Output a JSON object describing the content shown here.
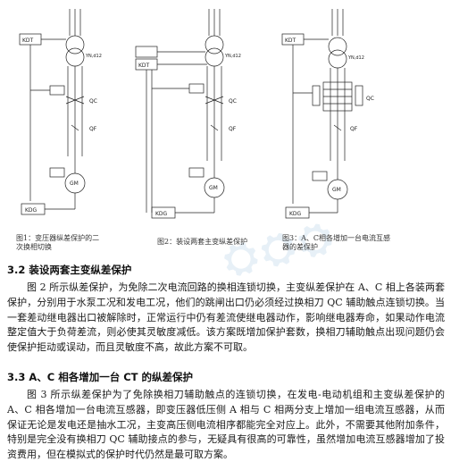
{
  "figures": [
    {
      "kdt": "KDT",
      "ratio": "YN,d12",
      "qc": "QC",
      "qf": "QF",
      "gm": "GM",
      "kdg": "KDG",
      "caption": "图1：变压器纵差保护的二\n次换相切换"
    },
    {
      "kdt": "KDT",
      "ratio": "YN,d12",
      "qc": "QC",
      "qf": "QF",
      "gm": "GM",
      "kdg": "KDG",
      "caption": "图2：装设两套主变纵差保护"
    },
    {
      "kdt": "KDT",
      "ratio": "YN,d12",
      "qc": "QC",
      "qf": "QF",
      "gm": "GM",
      "kdg": "KDG",
      "caption": "图3：A、C相各增加一台电流互感\n器的差保护"
    }
  ],
  "section_3_2": {
    "title": "3.2  装设两套主变纵差保护",
    "body": "图 2 所示纵差保护，为免除二次电流回路的换相连锁切换，主变纵差保护在 A、C 相上各装两套保护，分别用于水泵工况和发电工况，他们的跳闸出口仍必须经过换相刀 QC 辅助触点连锁切换。当一套差动继电器出口被解除时，正常运行中仍有差流使继电器动作，影响继电器寿命，如果动作电流整定值大于负荷差流，则必使其灵敏度减低。该方案既增加保护套数，换相刀辅助触点出现问题仍会使保护拒动或误动，而且灵敏度不高，故此方案不可取。"
  },
  "section_3_3": {
    "title": "3.3  A、C 相各增加一台 CT 的纵差保护",
    "body": "图 3 所示纵差保护为了免除换相刀辅助触点的连锁切换，在发电-电动机组和主变纵差保护的 A、C 相各增加一台电流互感器，即变压器低压侧 A 相与 C 相两分支上增加一组电流互感器，从而保证无论是发电还是抽水工况，主变高压侧电流相序都能完全对应上。此外，不需要其他附加条件，特别是完全没有换相刀 QC 辅助接点的参与，无疑具有很高的可靠性，虽然增加电流互感器增加了投资费用，但在模拟式的保护时代仍然是最可取方案。"
  },
  "colors": {
    "line": "#222222",
    "text": "#1a1a1a",
    "watermark": "#78aad2"
  }
}
